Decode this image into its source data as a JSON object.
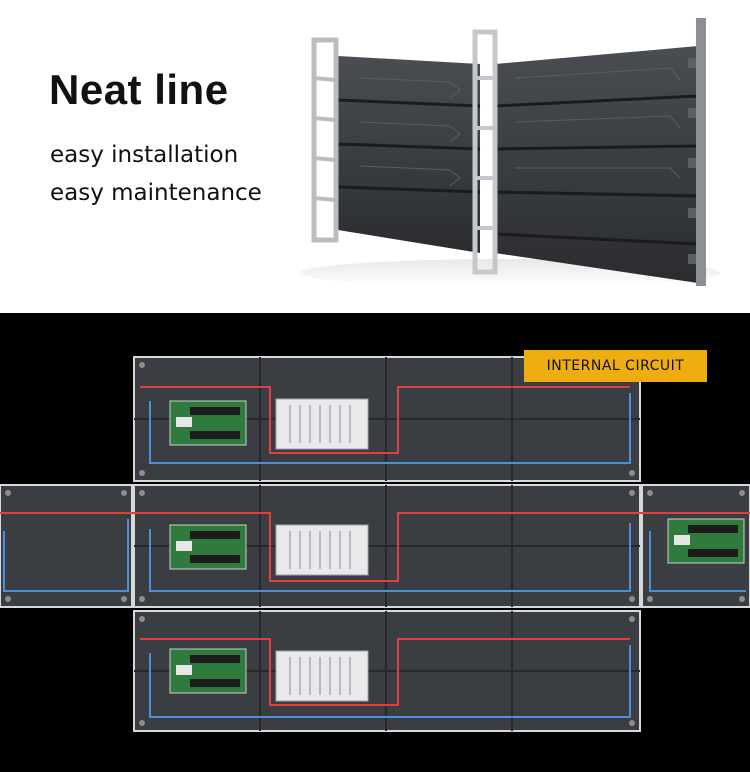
{
  "hero": {
    "title": "Neat line",
    "features": [
      "easy installation",
      "easy maintenance"
    ]
  },
  "circuit_section": {
    "badge_label": "INTERNAL CIRCUIT"
  },
  "colors": {
    "badge": "#f0ad12",
    "panel": "#3a3d42",
    "frame": "#d8d8d8",
    "power_line": "#e04040",
    "data_line": "#4d8fd8"
  }
}
